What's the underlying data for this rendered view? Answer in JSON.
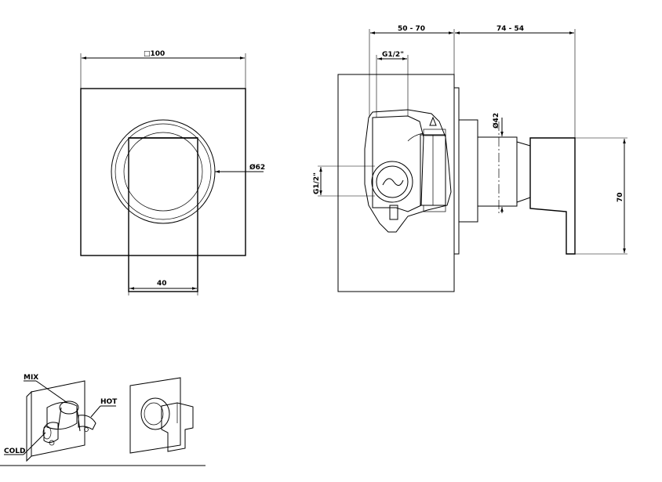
{
  "front_view": {
    "plate_size": "□100",
    "rosette_diameter": "Ø62",
    "handle_width": "40"
  },
  "side_view": {
    "wall_depth": "50 - 70",
    "projection": "74 - 54",
    "inlet_thread_top": "G1/2\"",
    "inlet_thread_left": "G1/2\"",
    "body_diameter": "Ø42",
    "handle_height": "70"
  },
  "iso_view": {
    "mix": "MIX",
    "hot": "HOT",
    "cold": "COLD"
  }
}
